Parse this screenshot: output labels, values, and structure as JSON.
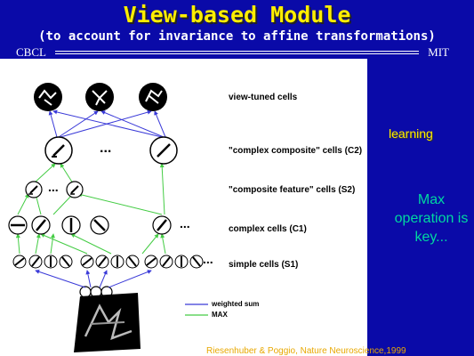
{
  "slide": {
    "title": "View-based Module",
    "subtitle": "(to account for invariance to affine transformations)",
    "org_left": "CBCL",
    "org_right": "MIT"
  },
  "layers": {
    "view_tuned": "view-tuned cells",
    "c2": "\"complex composite\" cells (C2)",
    "s2": "\"composite feature\" cells (S2)",
    "c1": "complex cells (C1)",
    "s1": "simple cells (S1)"
  },
  "ellipsis": "...",
  "legend": {
    "weighted_sum": "weighted sum",
    "max": "MAX",
    "weighted_sum_color": "#3a3ad8",
    "max_color": "#44cc44"
  },
  "annotations": {
    "learning": "learning",
    "max_note": "Max operation is key..."
  },
  "citation": "Riesenhuber & Poggio, Nature Neuroscience,1999",
  "colors": {
    "background": "#0a0aa8",
    "title": "#ffee00",
    "bracket": "#ffcc33",
    "note": "#00d8a0"
  }
}
